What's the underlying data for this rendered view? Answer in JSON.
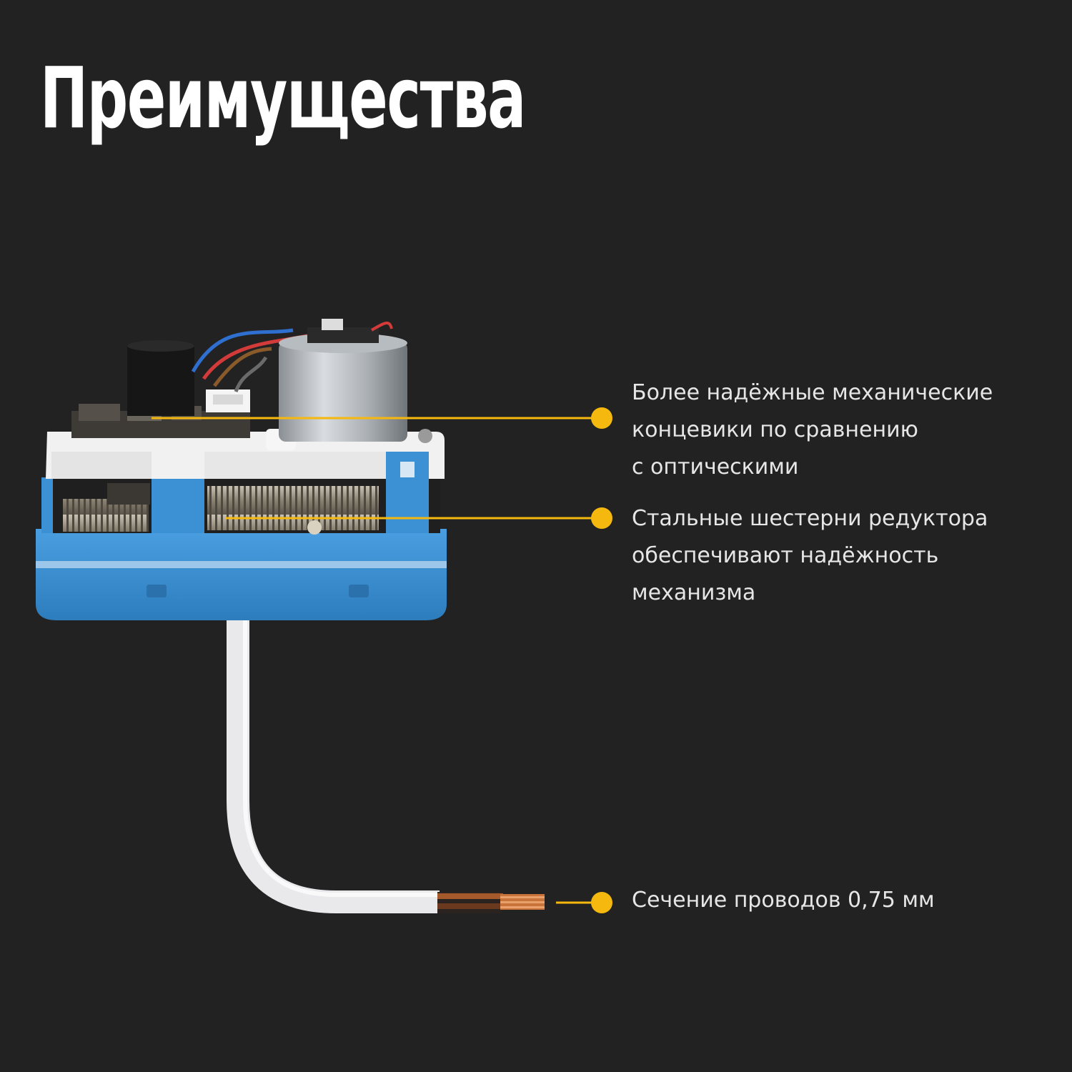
{
  "title": "Преимущества",
  "colors": {
    "background": "#222222",
    "accent": "#f5b80f",
    "text": "#e6e6e6",
    "housing": "#3a8fd0"
  },
  "callouts": [
    {
      "lines": [
        "Более надёжные механические",
        "концевики по сравнению",
        "с оптическими"
      ]
    },
    {
      "lines": [
        "Стальные шестерни редуктора",
        "обеспечивают надёжность",
        "механизма"
      ]
    },
    {
      "lines": [
        "Сечение проводов 0,75 мм"
      ]
    }
  ]
}
